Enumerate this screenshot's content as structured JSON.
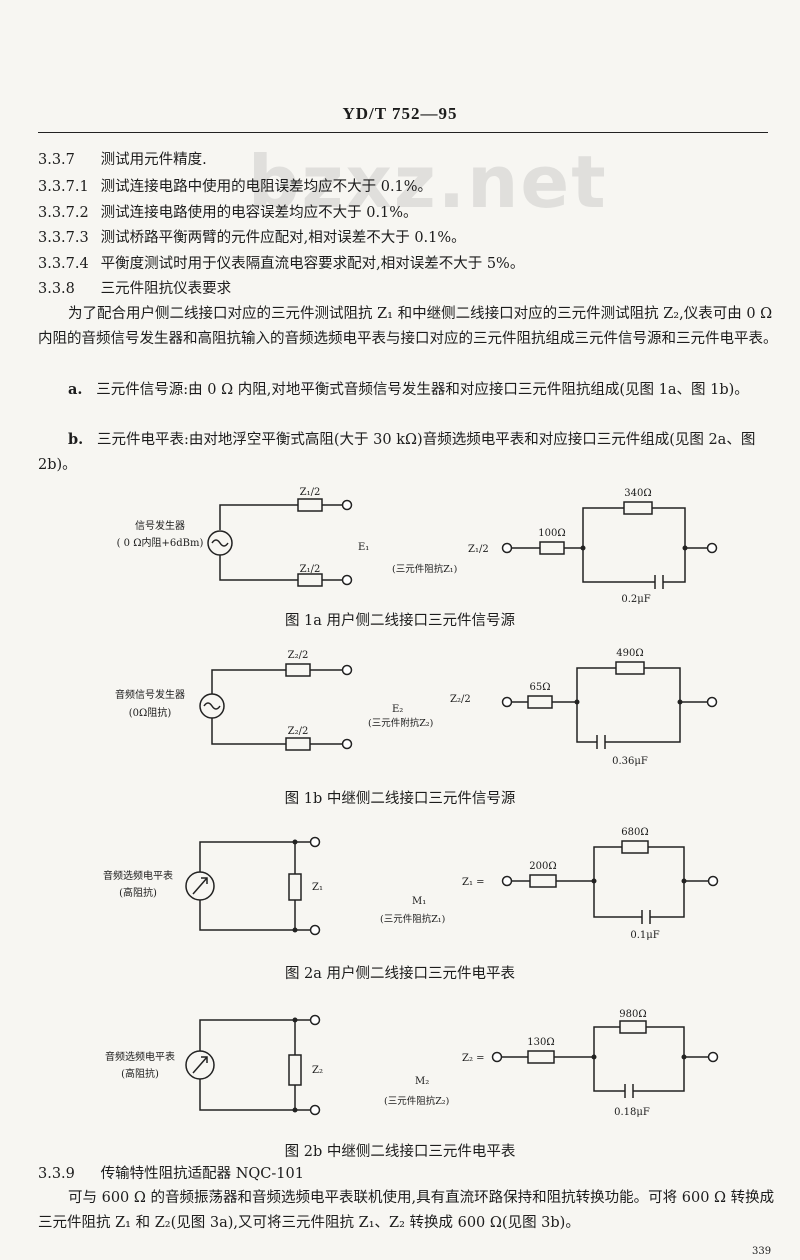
{
  "header": "YD/T 752—95",
  "watermark": "bzxz.net",
  "s337": {
    "num": "3.3.7",
    "text": "测试用元件精度."
  },
  "s3371": {
    "num": "3.3.7.1",
    "text": "测试连接电路中使用的电阻误差均应不大于 0.1%。"
  },
  "s3372": {
    "num": "3.3.7.2",
    "text": "测试连接电路使用的电容误差均应不大于 0.1%。"
  },
  "s3373": {
    "num": "3.3.7.3",
    "text": "测试桥路平衡两臂的元件应配对,相对误差不大于 0.1%。"
  },
  "s3374": {
    "num": "3.3.7.4",
    "text": "平衡度测试时用于仪表隔直流电容要求配对,相对误差不大于 5%。"
  },
  "s338": {
    "num": "3.3.8",
    "text": "三元件阻抗仪表要求"
  },
  "p1": "为了配合用户侧二线接口对应的三元件测试阻抗 Z₁ 和中继侧二线接口对应的三元件测试阻抗 Z₂,仪表可由 0 Ω 内阻的音频信号发生器和高阻抗输入的音频选频电平表与接口对应的三元件阻抗组成三元件信号源和三元件电平表。",
  "pa": {
    "label": "a.",
    "text": "三元件信号源:由 0 Ω 内阻,对地平衡式音频信号发生器和对应接口三元件阻抗组成(见图 1a、图 1b)。"
  },
  "pb": {
    "label": "b.",
    "text": "三元件电平表:由对地浮空平衡式高阻(大于 30 kΩ)音频选频电平表和对应接口三元件组成(见图 2a、图 2b)。"
  },
  "fig1a": {
    "src_label1": "信号发生器",
    "src_label2": "( 0 Ω内阻+6dBm)",
    "top_z": "Z₁/2",
    "bot_z": "Z₁/2",
    "e": "E₁",
    "note": "(三元件阻抗Z₁)",
    "in_label": "Z₁/2",
    "r_series": "100Ω",
    "r_par": "340Ω",
    "c_par": "0.2μF",
    "caption": "图 1a   用户侧二线接口三元件信号源"
  },
  "fig1b": {
    "src_label1": "音频信号发生器",
    "src_label2": "(0Ω阻抗)",
    "top_z": "Z₂/2",
    "bot_z": "Z₂/2",
    "e": "E₂",
    "note": "(三元件附抗Z₂)",
    "in_label": "Z₂/2",
    "r_series": "65Ω",
    "r_par": "490Ω",
    "c_par": "0.36μF",
    "caption": "图 1b   中继侧二线接口三元件信号源"
  },
  "fig2a": {
    "meter_label1": "音频选频电平表",
    "meter_label2": "(高阻抗)",
    "z": "Z₁",
    "m": "M₁",
    "note": "(三元件阻抗Z₁)",
    "in_label": "Z₁ =",
    "r_series": "200Ω",
    "r_par": "680Ω",
    "c_par": "0.1μF",
    "caption": "图 2a   用户侧二线接口三元件电平表"
  },
  "fig2b": {
    "meter_label1": "音频选频电平表",
    "meter_label2": "(高阻抗)",
    "z": "Z₂",
    "m": "M₂",
    "note": "(三元件阻抗Z₂)",
    "in_label": "Z₂ =",
    "r_series": "130Ω",
    "r_par": "980Ω",
    "c_par": "0.18μF",
    "caption": "图 2b   中继侧二线接口三元件电平表"
  },
  "s339": {
    "num": "3.3.9",
    "text": "传输特性阻抗适配器 NQC-101"
  },
  "p2": "可与 600 Ω 的音频振荡器和音频选频电平表联机使用,具有直流环路保持和阻抗转换功能。可将 600 Ω 转换成三元件阻抗 Z₁ 和 Z₂(见图 3a),又可将三元件阻抗 Z₁、Z₂ 转换成 600 Ω(见图 3b)。",
  "page_number": "339"
}
